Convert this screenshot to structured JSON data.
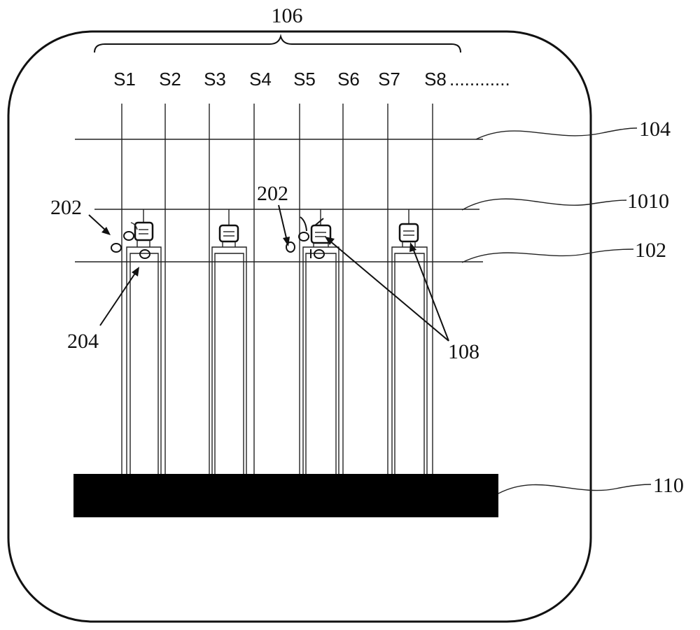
{
  "labels": {
    "scan_group": "106",
    "line_104": "104",
    "line_1010": "1010",
    "line_102": "102",
    "particle_left": "202",
    "particle_mid": "202",
    "defect": "204",
    "tft": "108",
    "driver": "110"
  },
  "signal_lines": [
    "S1",
    "S2",
    "S3",
    "S4",
    "S5",
    "S6",
    "S7",
    "S8"
  ],
  "continuation": "............"
}
